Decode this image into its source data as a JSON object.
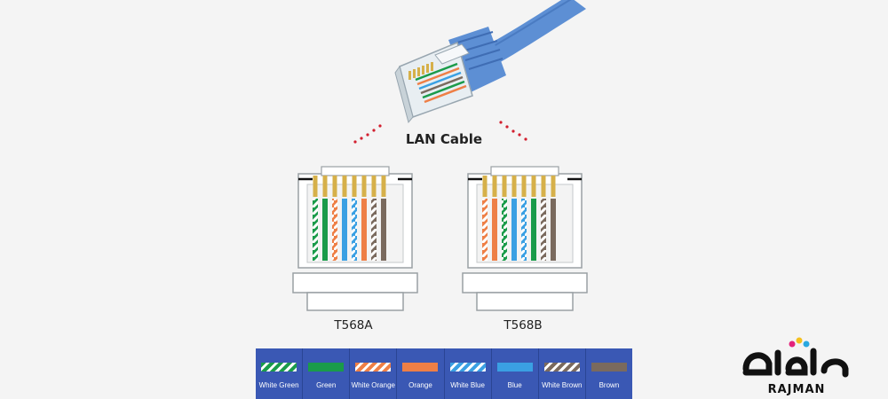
{
  "title": "LAN Cable",
  "connectors": [
    {
      "label": "T568A",
      "wires": [
        "White Green",
        "Green",
        "White Orange",
        "Blue",
        "White Blue",
        "Orange",
        "White Brown",
        "Brown"
      ]
    },
    {
      "label": "T568B",
      "wires": [
        "White Orange",
        "Orange",
        "White Green",
        "Blue",
        "White Blue",
        "Green",
        "White Brown",
        "Brown"
      ]
    }
  ],
  "legend": [
    {
      "label": "White Green",
      "color": "#1a9b4a",
      "striped": true
    },
    {
      "label": "Green",
      "color": "#1a9b4a",
      "striped": false
    },
    {
      "label": "White Orange",
      "color": "#ee7f46",
      "striped": true
    },
    {
      "label": "Orange",
      "color": "#ee7f46",
      "striped": false
    },
    {
      "label": "White Blue",
      "color": "#3aa0e3",
      "striped": true
    },
    {
      "label": "Blue",
      "color": "#3aa0e3",
      "striped": false
    },
    {
      "label": "White Brown",
      "color": "#7a6a5e",
      "striped": true
    },
    {
      "label": "Brown",
      "color": "#7a6a5e",
      "striped": false
    }
  ],
  "logo": {
    "text": "RAJMAN"
  },
  "colors": {
    "legend_bg": "#3a58b4",
    "cable": "#5d8fd4",
    "accent_dots": "#d21f2f"
  }
}
